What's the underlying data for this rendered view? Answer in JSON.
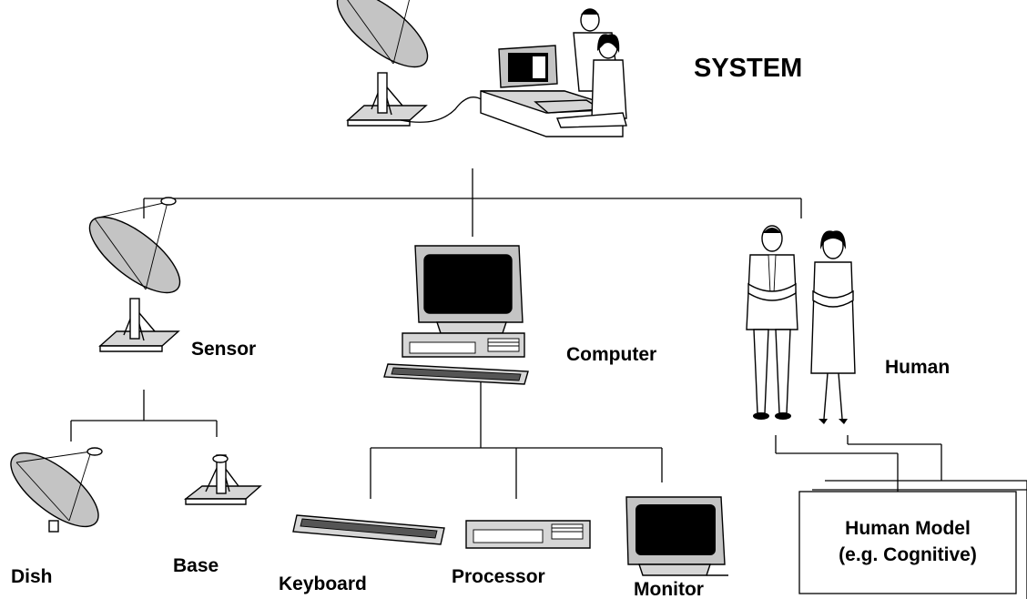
{
  "labels": {
    "system": "SYSTEM",
    "sensor": "Sensor",
    "computer": "Computer",
    "human": "Human",
    "dish": "Dish",
    "base": "Base",
    "keyboard": "Keyboard",
    "processor": "Processor",
    "monitor": "Monitor",
    "human_model_line1": "Human Model",
    "human_model_line2": "(e.g. Cognitive)"
  },
  "colors": {
    "dish_fill": "#c4c4c4",
    "screen_fill": "#000000",
    "pedestal_fill": "#d6d6d6",
    "line": "#000000"
  },
  "icons": [
    "satellite-dish-icon",
    "computer-workstation-icon",
    "keyboard-icon",
    "processor-box-icon",
    "monitor-icon",
    "people-icon",
    "dish-base-icon"
  ]
}
